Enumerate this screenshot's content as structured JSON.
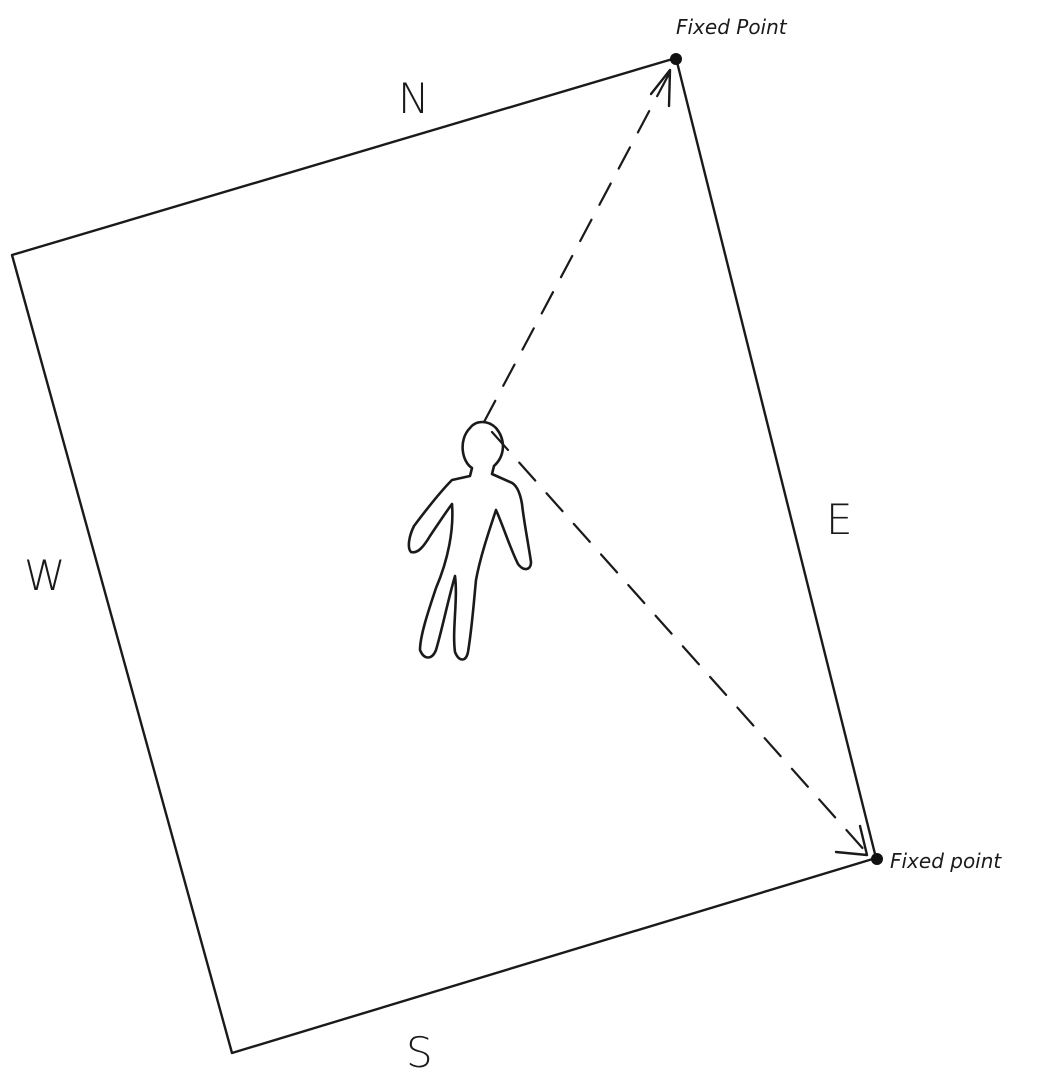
{
  "diagram": {
    "directions": {
      "north": "N",
      "south": "S",
      "east": "E",
      "west": "W"
    },
    "fixed_points": [
      {
        "label": "Fixed Point"
      },
      {
        "label": "Fixed point"
      }
    ],
    "figure_icon": "standing-person-icon",
    "ink_color": "#1a1a1a",
    "background": "#ffffff"
  }
}
